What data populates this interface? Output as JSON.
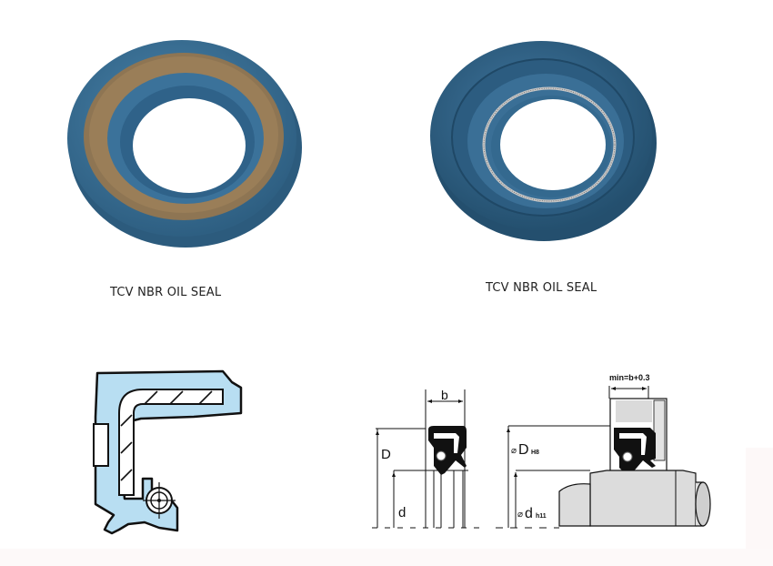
{
  "products": [
    {
      "caption": "TCV NBR OIL SEAL",
      "view": "front",
      "colors": {
        "rubber": "#3c7299",
        "rubber_dark": "#2a5c80",
        "metal_face": "#8a7150"
      }
    },
    {
      "caption": "TCV NBR OIL SEAL",
      "view": "back-with-spring",
      "colors": {
        "rubber": "#3b6e93",
        "rubber_dark": "#23506f",
        "spring": "#b9b9b9"
      }
    }
  ],
  "diagrams": {
    "cross_section": {
      "fill": "#b8def2",
      "stroke": "#111111"
    },
    "dimension_seal": {
      "labels": {
        "width": "b",
        "outer_diameter": "D",
        "inner_diameter": "d"
      }
    },
    "installation": {
      "labels": {
        "groove_width": "min=b+0.3",
        "bore_symbol": "⌀",
        "bore_label": "D",
        "bore_tolerance": "H8",
        "shaft_symbol": "⌀",
        "shaft_label": "d",
        "shaft_tolerance": "h11"
      },
      "colors": {
        "housing": "#d9d9d9",
        "shaft": "#dcdcdc"
      }
    }
  }
}
